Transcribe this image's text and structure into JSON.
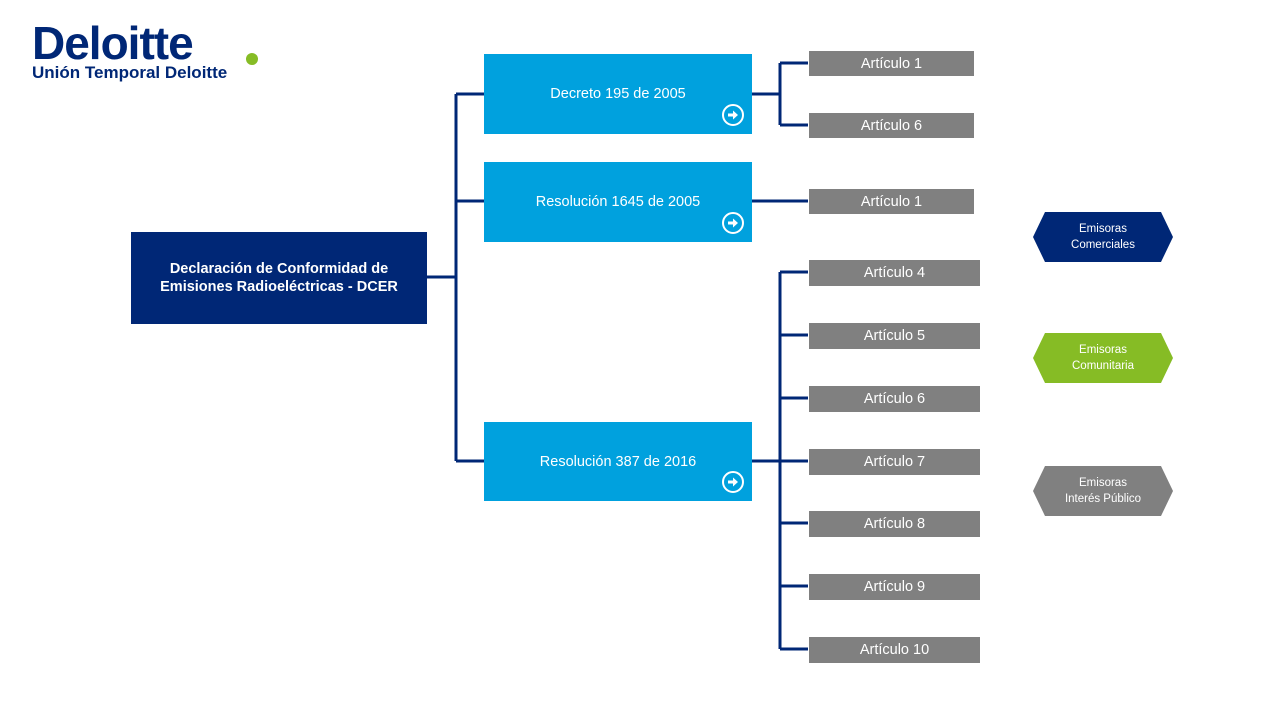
{
  "logo": {
    "wordmark": "Deloitte",
    "subtitle": "Unión Temporal Deloitte"
  },
  "root": {
    "label": "Declaración de Conformidad de Emisiones Radioeléctricas - DCER"
  },
  "regulations": [
    {
      "label": "Decreto 195 de 2005",
      "articles": [
        "Artículo 1",
        "Artículo 6"
      ]
    },
    {
      "label": "Resolución 1645 de 2005",
      "articles": [
        "Artículo 1"
      ]
    },
    {
      "label": "Resolución 387 de 2016",
      "articles": [
        "Artículo 4",
        "Artículo 5",
        "Artículo 6",
        "Artículo 7",
        "Artículo 8",
        "Artículo 9",
        "Artículo 10"
      ]
    }
  ],
  "legend": [
    {
      "label_line1": "Emisoras",
      "label_line2": "Comerciales",
      "color": "#002776"
    },
    {
      "label_line1": "Emisoras",
      "label_line2": "Comunitaria",
      "color": "#86BC25"
    },
    {
      "label_line1": "Emisoras",
      "label_line2": "Interés Público",
      "color": "#808080"
    }
  ],
  "colors": {
    "navy": "#002776",
    "blue": "#00A1DE",
    "gray": "#808080",
    "green": "#86BC25"
  },
  "icons": {
    "regulation_link": "arrow-right-circle-icon"
  }
}
